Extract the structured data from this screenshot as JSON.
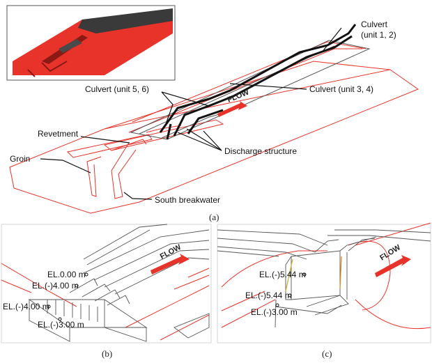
{
  "panel_a": {
    "labels": {
      "culvert_1_2_line1": "Culvert",
      "culvert_1_2_line2": "(unit 1, 2)",
      "culvert_5_6": "Culvert (unit 5, 6)",
      "culvert_3_4": "Culvert (unit 3, 4)",
      "flow": "FLOW",
      "revetment": "Revetment",
      "groin": "Groin",
      "discharge_structure": "Discharge structure",
      "south_breakwater": "South breakwater"
    },
    "caption": "(a)"
  },
  "panel_b": {
    "elevations": {
      "el_0": "EL.0.00 m",
      "el_m4_upper": "EL.(-)4.00 m",
      "el_m4_left": "EL.(-)4.00 m",
      "el_m3": "EL.(-)3.00 m"
    },
    "flow": "FLOW",
    "caption": "(b)"
  },
  "panel_c": {
    "elevations": {
      "el_m544_upper": "EL.(-)5.44 m",
      "el_m544_lower": "EL.(-)5.44 m",
      "el_m3": "EL.(-)3.00 m"
    },
    "flow": "FLOW",
    "caption": "(c)"
  },
  "colors": {
    "model_red": "#e8332a",
    "culvert_black": "#111111",
    "structure_gray": "#555555",
    "inset_dark": "#3a3a3a"
  }
}
